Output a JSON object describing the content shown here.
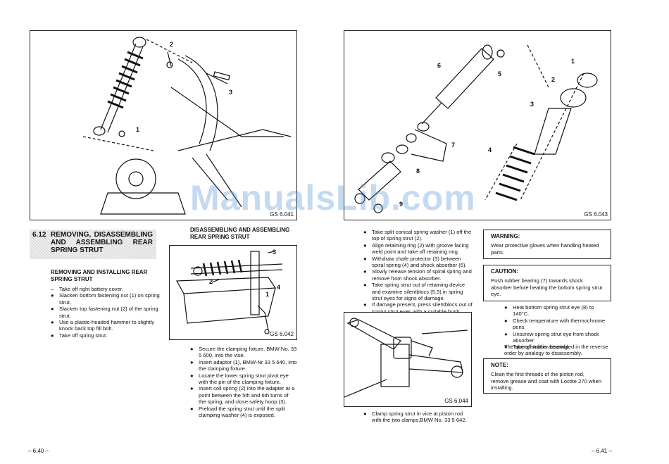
{
  "watermark": "ManualsLib.com",
  "left_page": {
    "figure_top": {
      "id": "GS 6.041",
      "callouts": [
        "2",
        "3",
        "1"
      ]
    },
    "section": {
      "number": "6.12",
      "title": "REMOVING, DISASSEMBLING AND ASSEMBLING REAR SPRING STRUT"
    },
    "removing": {
      "heading": "REMOVING AND INSTALLING REAR SPRING STRUT",
      "steps": [
        {
          "marker": "–",
          "text": "Take off right battery cover."
        },
        {
          "marker": "●",
          "text": "Slacken bottom fastening nut (1) on spring strut."
        },
        {
          "marker": "●",
          "text": "Slacken top fastening nut (2) of the spring strut."
        },
        {
          "marker": "●",
          "text": "Use a plastic-headed hammer to slightly knock back top fill bolt."
        },
        {
          "marker": "●",
          "text": "Take off spring strut."
        }
      ]
    },
    "disassembling": {
      "heading": "DISASSEMBLING AND ASSEMBLING REAR SPRING STRUT"
    },
    "figure_bottom": {
      "id": "GS 6.042",
      "callouts": [
        "3",
        "2",
        "4",
        "1"
      ]
    },
    "steps": [
      "Secure the clamping fixture, BMW No. 33 5 600, into the vise.",
      "Insert adaptor (1), BMW-Nr 33 5 640, into the clamping fixture.",
      "Locate the lower spring strut pivot eye with the pin of the clamping fixture.",
      "Insert coil spring (2) into the adapter at a point between the 5th and 6th turns of the spring, and close safety hoop (3).",
      "Preload the spring strut until the split clamping washer (4) is exposed."
    ],
    "page_number": "– 6.40 –"
  },
  "right_page": {
    "figure_top": {
      "id": "GS 6.043",
      "callouts": [
        "1",
        "2",
        "3",
        "4",
        "5",
        "6",
        "7",
        "8",
        "9"
      ]
    },
    "steps": [
      "Take split conical spring washer (1) off the top of spring strut (2).",
      "Align retaining ring (2) with groove facing weld point and take off retaining ring.",
      "Withdraw chafe protector (3) between spiral spring (4) and shock absorber (6).",
      "Slowly release tension of spiral spring and remove from shock absorber.",
      "Take spring strut out of retaining device and examine silentblocs (5,9) in spring strut eyes for signs of damage.",
      "If damage present, press silentblocs out of spring strut eyes with a suitable bush."
    ],
    "figure_bottom": {
      "id": "GS 6.044"
    },
    "bottom_steps": [
      "Clamp spring strut in vice at piston rod with the two clamps,BMW No. 33 5 642."
    ],
    "warning": {
      "title": "WARNING:",
      "text": "Wear protective gloves when handling heated parts."
    },
    "caution": {
      "title": "CAUTION:",
      "text": "Push rubber bearing (7) towards shock absorber before heating the bottom spring strut eye."
    },
    "heat_steps": [
      "Heat bottom spring strut eye (8) to 140°C.",
      "Check temperature with thermochrome pens.",
      "Unscrew spring strut eye from shock absorber.",
      "Take off rubber bearing."
    ],
    "reassembly": "The spring strut is assembled in the reverse order by analogy to disassembly.",
    "note": {
      "title": "NOTE:",
      "text": "Clean the first threads of the piston rod, remove grease and coat with Loctite 270 when installing."
    },
    "page_number": "– 6.41 –"
  }
}
